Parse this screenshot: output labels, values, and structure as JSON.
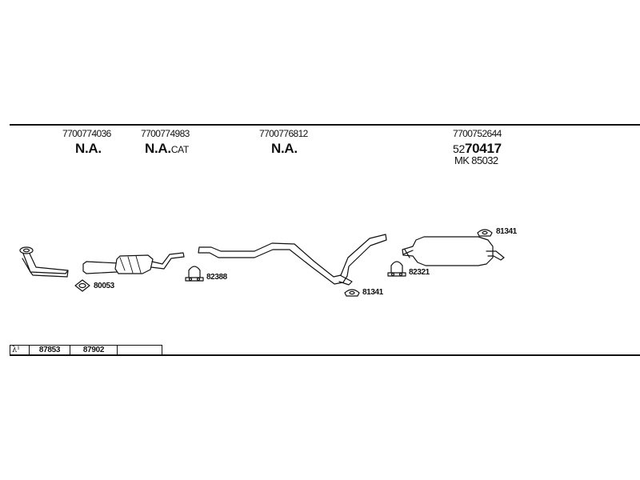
{
  "header": {
    "columns": [
      {
        "part_number": "7700774036",
        "label": "N.A.",
        "label_suffix": ""
      },
      {
        "part_number": "7700774983",
        "label": "N.A.",
        "label_suffix": "CAT"
      },
      {
        "part_number": "7700776812",
        "label": "N.A.",
        "label_suffix": ""
      },
      {
        "part_number": "7700752644",
        "label_prefix": "52",
        "label": "70417",
        "sub_label": "MK  85032"
      }
    ]
  },
  "diagram": {
    "callouts": {
      "gasket_front": "80053",
      "clamp_front": "82388",
      "hanger_mid": "81341",
      "clamp_rear": "82321",
      "hanger_rear": "81341"
    }
  },
  "footer_table": {
    "lambda_symbol": "λ¹",
    "cells": [
      "87853",
      "87902",
      ""
    ]
  }
}
